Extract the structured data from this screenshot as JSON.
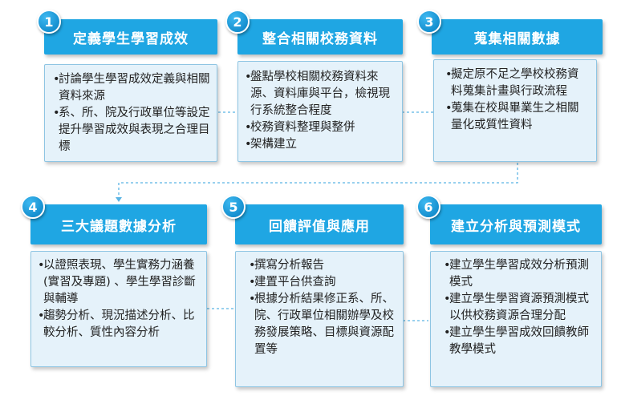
{
  "steps": [
    {
      "number": "1",
      "title": "定義學生學習成效",
      "items": [
        "討論學生學習成效定義與相關資料來源",
        "系、所、院及行政單位等設定提升學習成效與表現之合理目標"
      ]
    },
    {
      "number": "2",
      "title": "整合相關校務資料",
      "items": [
        "盤點學校相關校務資料來源、資料庫與平台，檢視現行系統整合程度",
        "校務資料整理與整併",
        "架構建立"
      ]
    },
    {
      "number": "3",
      "title": "蒐集相關數據",
      "items": [
        "擬定原不足之學校校務資料蒐集計畫與行政流程",
        "蒐集在校與畢業生之相關量化或質性資料"
      ]
    },
    {
      "number": "4",
      "title": "三大議題數據分析",
      "items": [
        "以證照表現、學生實務力涵養(實習及專題) 、學生學習診斷與輔導",
        "趨勢分析、現況描述分析、比較分析、質性內容分析"
      ]
    },
    {
      "number": "5",
      "title": "回饋評值與應用",
      "items": [
        "撰寫分析報告",
        "建置平台供查詢",
        "根據分析結果修正系、所、院、行政單位相關辦學及校務發展策略、目標與資源配置等"
      ]
    },
    {
      "number": "6",
      "title": "建立分析與預測模式",
      "items": [
        "建立學生學習成效分析預測模式",
        "建立學生學習資源預測模式以供校務資源合理分配",
        "建立學生學習成效回饋教師教學模式"
      ]
    }
  ],
  "bullet": "•",
  "colors": {
    "header": "#1fa6e3",
    "card": "#e5f2fa",
    "connector": "#5ab4e4"
  }
}
